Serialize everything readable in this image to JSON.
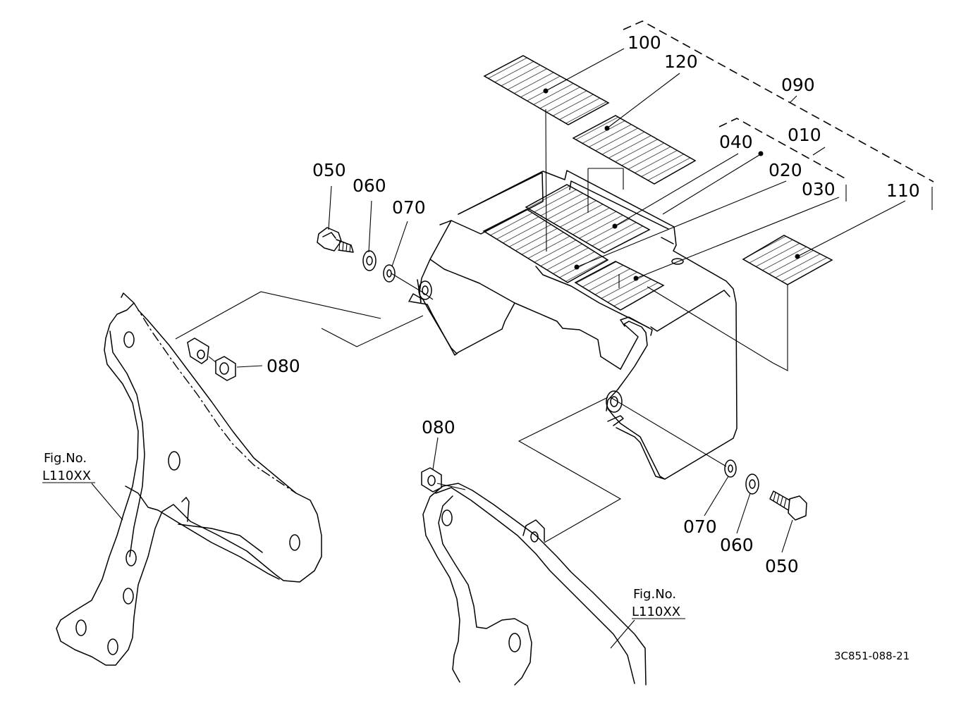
{
  "part_labels": {
    "p100": "100",
    "p120": "120",
    "p090": "090",
    "p040": "040",
    "p010": "010",
    "p020": "020",
    "p030": "030",
    "p110": "110",
    "p050_left": "050",
    "p060_left": "060",
    "p070_left": "070",
    "p080_left": "080",
    "p080_bottom": "080",
    "p070_right": "070",
    "p060_right": "060",
    "p050_right": "050"
  },
  "figure_refs": {
    "left": {
      "line1": "Fig.No.",
      "line2": "L110XX"
    },
    "right": {
      "line1": "Fig.No.",
      "line2": "L110XX"
    }
  },
  "diagram_code": "3C851-088-21"
}
